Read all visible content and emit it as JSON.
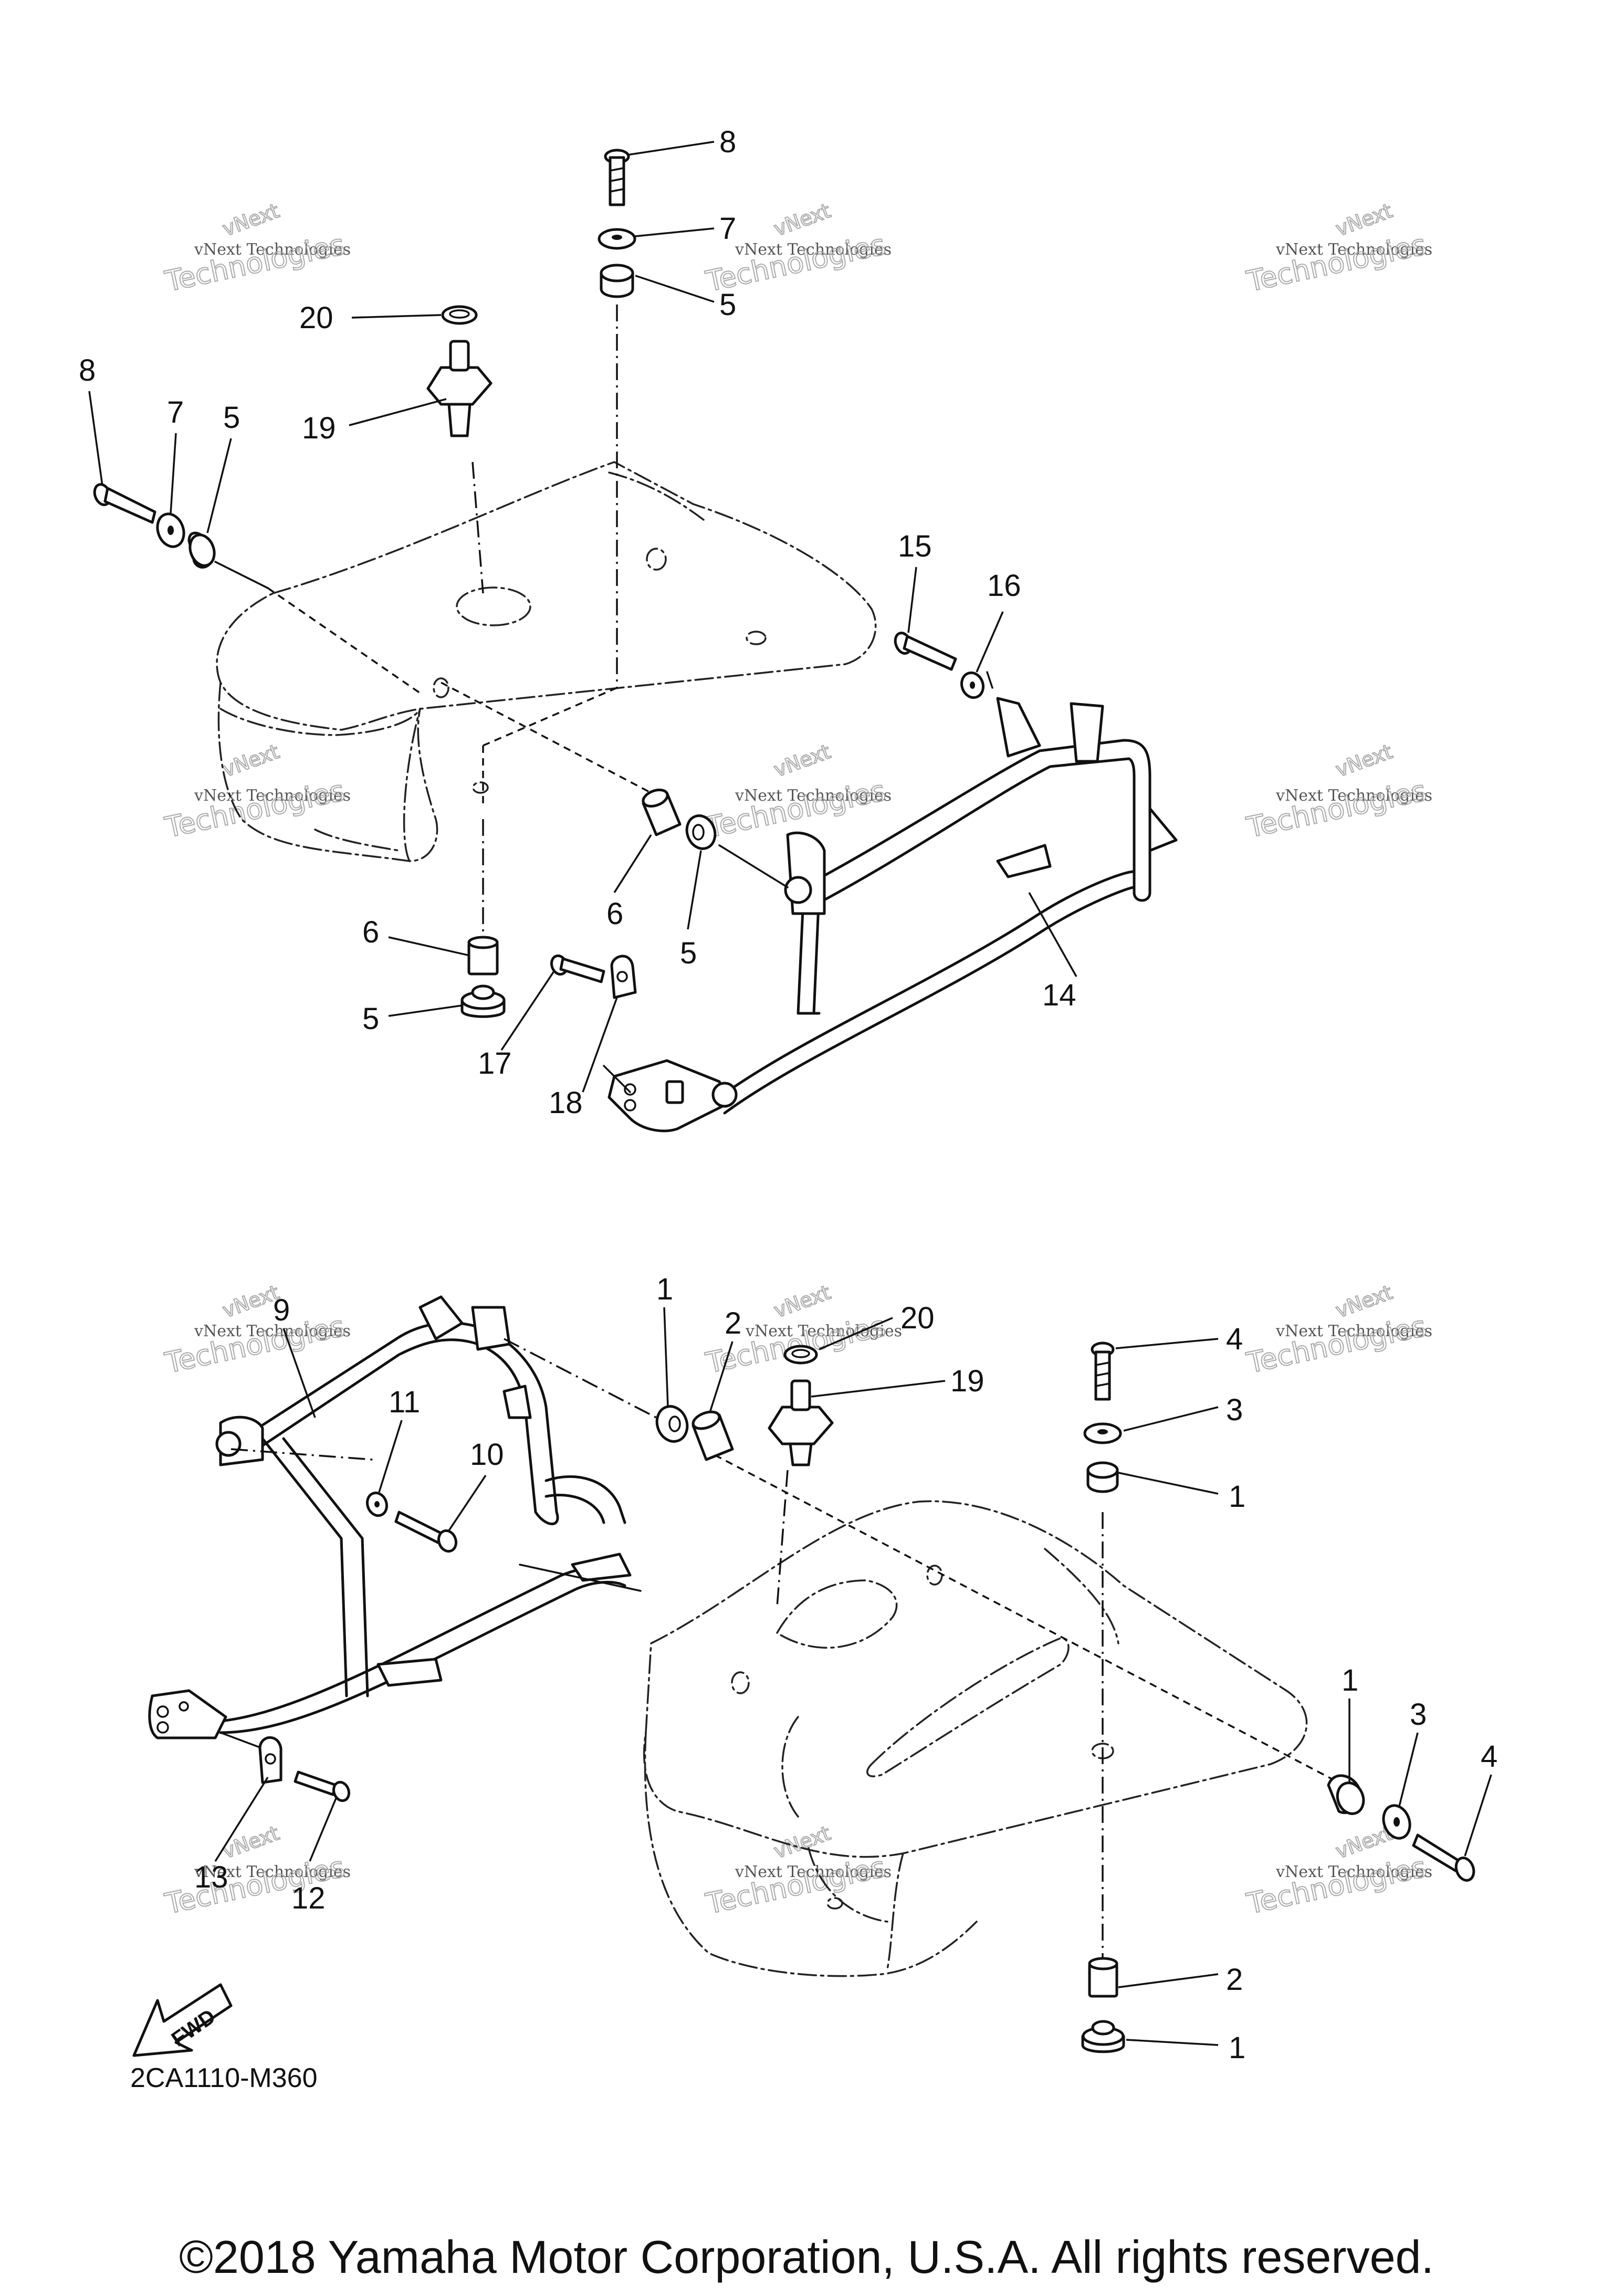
{
  "callouts": {
    "c8a": "8",
    "c7a": "7",
    "c5a": "5",
    "c20a": "20",
    "c19a": "19",
    "c8b": "8",
    "c7b": "7",
    "c5b": "5",
    "c15": "15",
    "c16": "16",
    "c6a": "6",
    "c5c": "5",
    "c6b": "6",
    "c5d": "5",
    "c17": "17",
    "c18": "18",
    "c14": "14",
    "c9": "9",
    "c11": "11",
    "c10": "10",
    "c1a": "1",
    "c2a": "2",
    "c20b": "20",
    "c19b": "19",
    "c4a": "4",
    "c3a": "3",
    "c1b": "1",
    "c1c": "1",
    "c3b": "3",
    "c4b": "4",
    "c13": "13",
    "c12": "12",
    "c2b": "2",
    "c1d": "1"
  },
  "fwd_label": "FWD",
  "diagram_code": "2CA1110-M360",
  "copyright": "©2018 Yamaha Motor Corporation, U.S.A. All rights reserved.",
  "watermark": {
    "line1": "vNext Technologies",
    "line2": "Technologies",
    "line3": "vNext"
  }
}
